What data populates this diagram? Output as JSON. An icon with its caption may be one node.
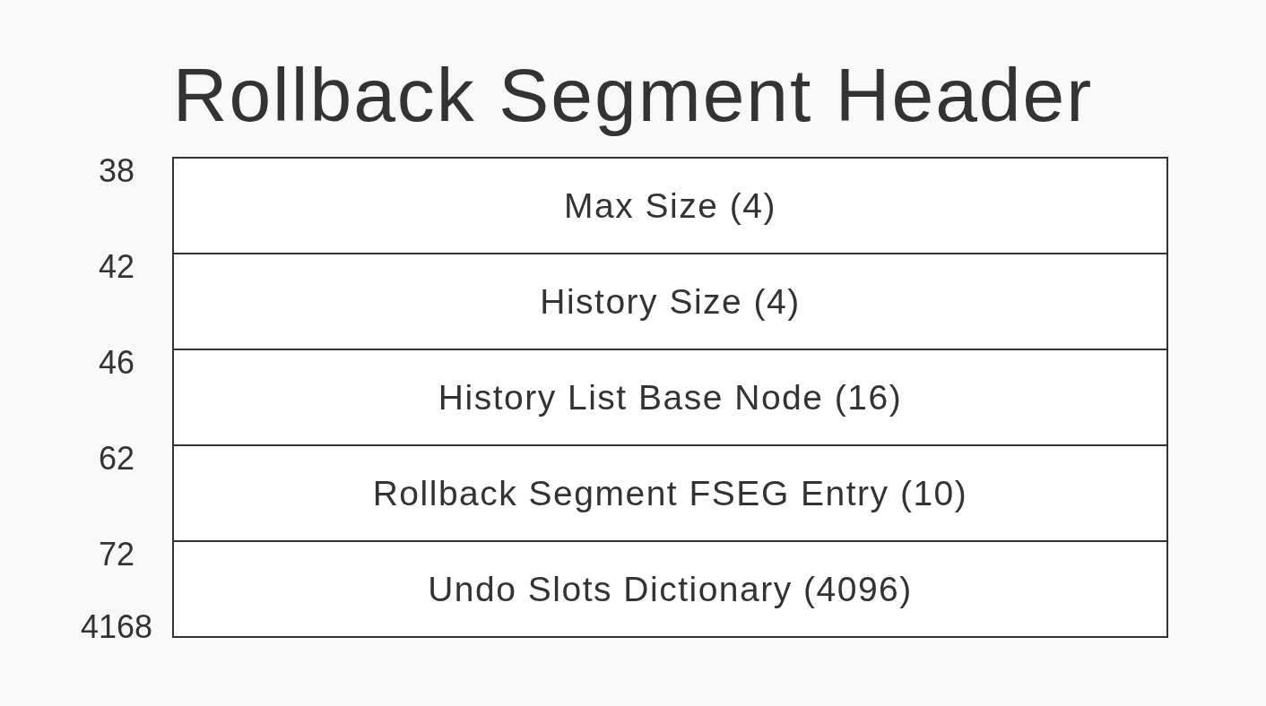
{
  "diagram": {
    "title": "Rollback Segment Header",
    "nodes": [
      {
        "text": [
          "Max Size (4)"
        ]
      },
      {
        "text": [
          "History Size (4)"
        ]
      },
      {
        "text": [
          "History List Base Node (16)"
        ]
      },
      {
        "text": [
          "Rollback Segment FSEG Entry (10)"
        ]
      },
      {
        "text": [
          "Undo Slots Dictionary (4096)"
        ]
      }
    ],
    "labels": [
      "38",
      "42",
      "46",
      "62",
      "72",
      "4168"
    ]
  }
}
